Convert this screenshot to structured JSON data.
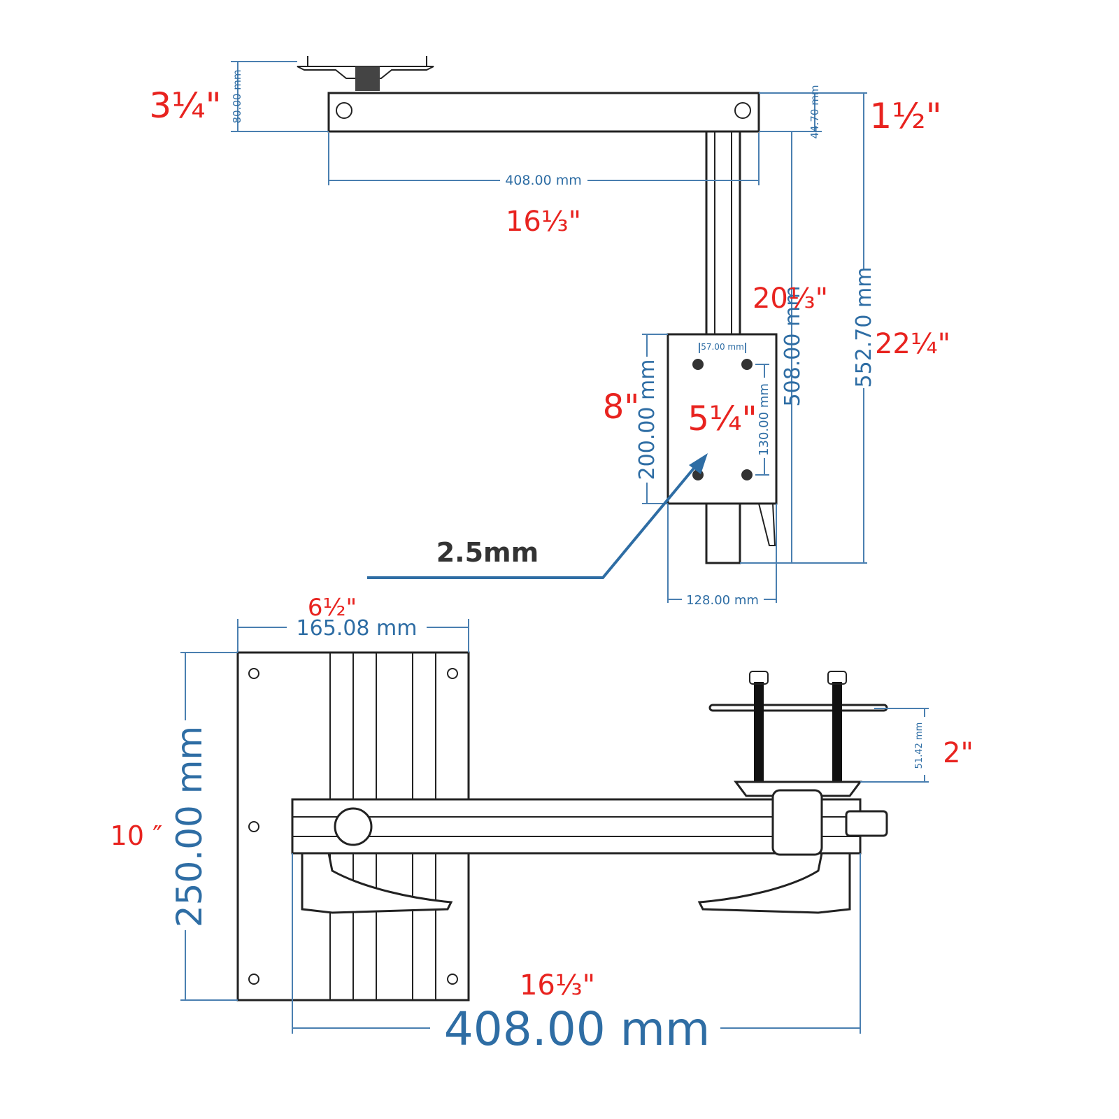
{
  "top_view": {
    "width_mm": "408.00 mm",
    "width_in": "16⅓\"",
    "plate_height_mm": "80.00 mm",
    "plate_height_in": "3¼\"",
    "bar_height_mm": "44.70 mm",
    "bar_height_in": "1½\"",
    "post_length_mm": "508.00 mm",
    "post_length_in": "20⅓\"",
    "total_height_mm": "552.70 mm",
    "total_height_in": "22¼\"",
    "box_height_mm": "200.00 mm",
    "box_height_in": "8\"",
    "box_width_mm": "128.00 mm",
    "box_width_in": "5¼\"",
    "hole_spacing_h_mm": "57.00 mm",
    "hole_spacing_v_mm": "130.00 mm",
    "thickness_label": "2.5mm"
  },
  "bottom_view": {
    "plate_width_mm": "165.08 mm",
    "plate_width_in": "6½\"",
    "plate_height_mm": "250.00 mm",
    "plate_height_in": "10 ″",
    "arm_length_mm": "408.00 mm",
    "arm_length_in": "16⅓\"",
    "clamp_gap_mm": "51.42 mm",
    "clamp_gap_in": "2\""
  },
  "colors": {
    "metric": "#2e6da4",
    "imperial": "#e8231f",
    "outline": "#222222"
  }
}
